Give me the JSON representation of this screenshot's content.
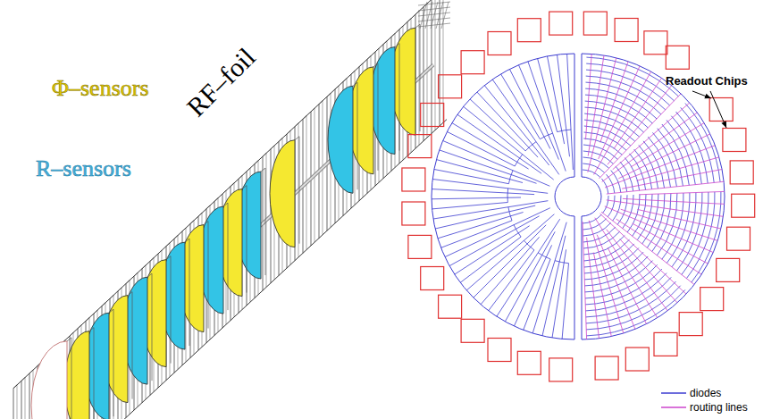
{
  "diagram": {
    "labels": [
      "RF–foil",
      "Φ–sensors",
      "R–sensors",
      "Readout Chips"
    ],
    "legend": [
      {
        "text": "diodes"
      },
      {
        "text": "routing lines"
      }
    ]
  }
}
